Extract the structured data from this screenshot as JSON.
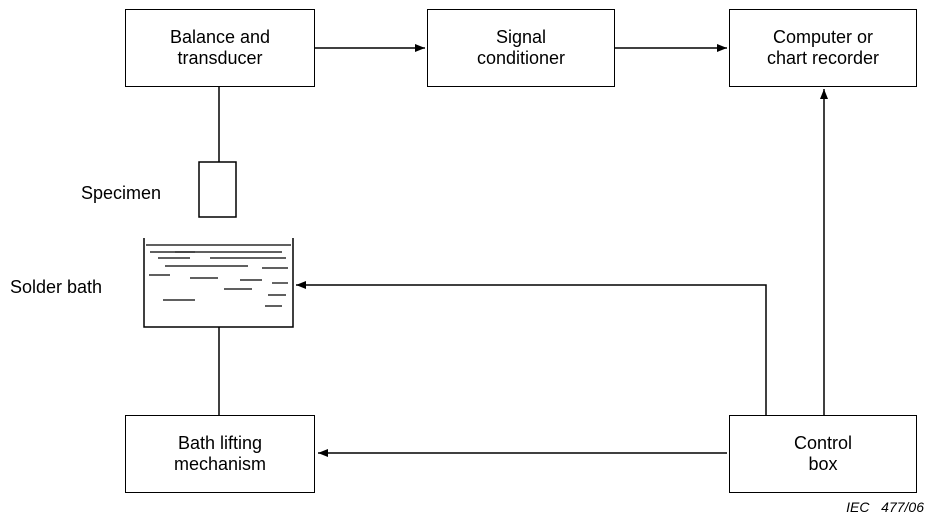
{
  "blocks": {
    "balance": "Balance and\ntransducer",
    "signal": "Signal\nconditioner",
    "computer": "Computer or\nchart recorder",
    "lifting": "Bath lifting\nmechanism",
    "control": "Control\nbox"
  },
  "labels": {
    "specimen": "Specimen",
    "solder_bath": "Solder bath"
  },
  "figure_code": "IEC   477/06"
}
